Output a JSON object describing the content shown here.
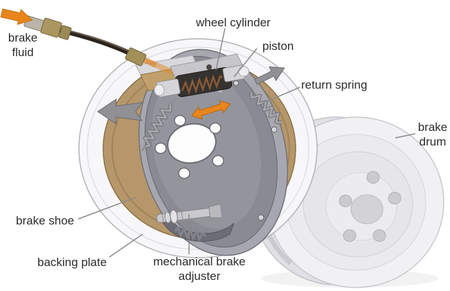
{
  "figure": {
    "type": "diagram",
    "subject": "drum brake assembly cutaway",
    "background": "#ffffff",
    "palette": {
      "label_text": "#2b2b2b",
      "leader_line": "#8a8a8a",
      "accent_orange": "#e8861c",
      "accent_orange_dark": "#b5690e",
      "arrow_gray": "#909095",
      "arrow_gray_dark": "#6a6a6f",
      "lining_tan": "#b5976b",
      "lining_tan_cut": "#c2a06b",
      "lining_tan_edge": "#8d7048",
      "plate_gray": "#8a8a92",
      "plate_flange_gray": "#a7a7af",
      "drum_face_gray": "#f1f1f4",
      "rim_white": "#f7f7f9",
      "chrome": "#d5d5d9",
      "cylinder_body_dark": "#35322f",
      "brass": "#ab9660",
      "hose_black": "#2b241e"
    },
    "labels": {
      "brake_fluid": "brake fluid",
      "wheel_cylinder": "wheel cylinder",
      "piston": "piston",
      "return_spring": "return spring",
      "brake_drum": "brake drum",
      "brake_shoe": "brake shoe",
      "backing_plate": "backing plate",
      "mechanical_brake_adjuster": "mechanical brake adjuster"
    },
    "arrows": [
      {
        "name": "brake-fluid-flow-arrow",
        "color": "orange",
        "direction": "right-down"
      },
      {
        "name": "piston-motion-arrow",
        "color": "orange",
        "direction": "double-headed left-right"
      },
      {
        "name": "shoe-force-arrow-left",
        "color": "gray",
        "direction": "left"
      },
      {
        "name": "shoe-force-arrow-right",
        "color": "gray",
        "direction": "up-right"
      }
    ]
  }
}
